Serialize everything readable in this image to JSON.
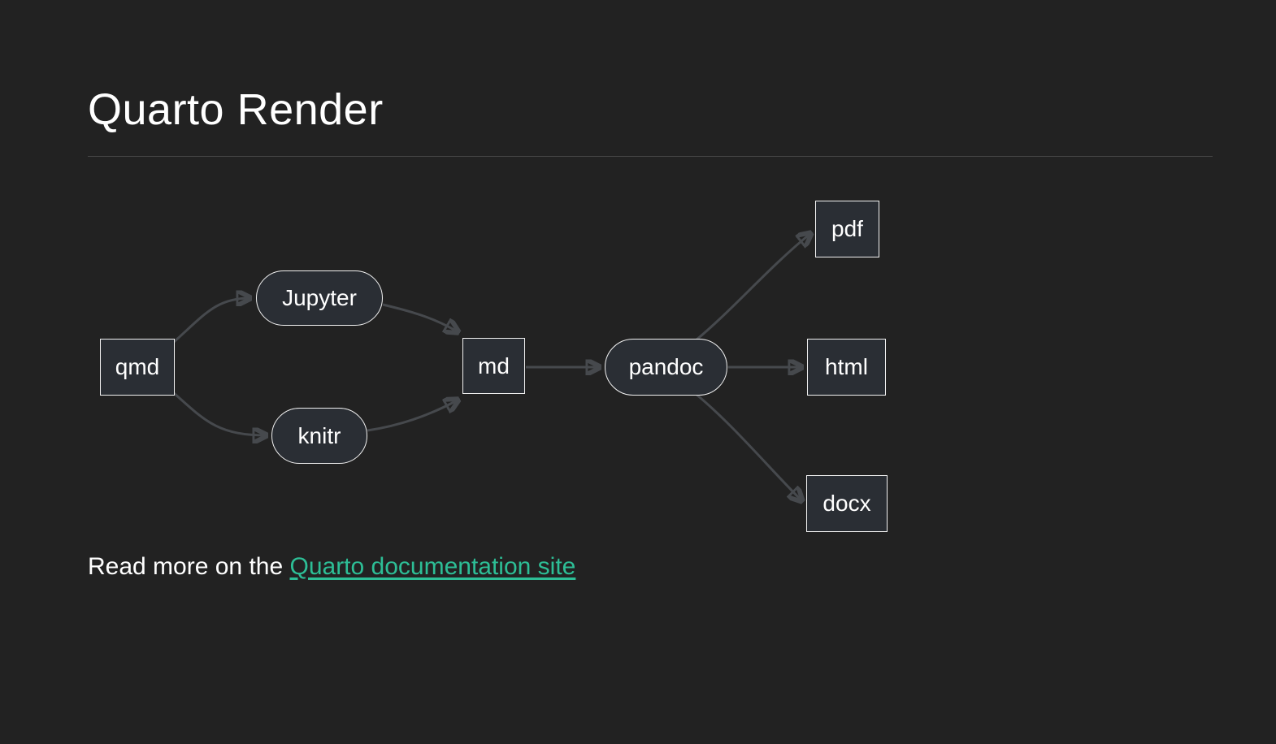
{
  "page": {
    "title": "Quarto Render"
  },
  "colors": {
    "background": "#222222",
    "node_fill": "#2a2e34",
    "node_border": "#f2f2f2",
    "node_text": "#ffffff",
    "edge": "#46494d",
    "title_text": "#ffffff",
    "rule": "#464646",
    "link": "#2dbe96"
  },
  "diagram": {
    "nodes": [
      {
        "id": "qmd",
        "label": "qmd",
        "shape": "rect"
      },
      {
        "id": "jupyter",
        "label": "Jupyter",
        "shape": "stadium"
      },
      {
        "id": "knitr",
        "label": "knitr",
        "shape": "stadium"
      },
      {
        "id": "md",
        "label": "md",
        "shape": "rect"
      },
      {
        "id": "pandoc",
        "label": "pandoc",
        "shape": "stadium"
      },
      {
        "id": "pdf",
        "label": "pdf",
        "shape": "rect"
      },
      {
        "id": "html",
        "label": "html",
        "shape": "rect"
      },
      {
        "id": "docx",
        "label": "docx",
        "shape": "rect"
      }
    ],
    "edges": [
      {
        "from": "qmd",
        "to": "jupyter"
      },
      {
        "from": "qmd",
        "to": "knitr"
      },
      {
        "from": "jupyter",
        "to": "md"
      },
      {
        "from": "knitr",
        "to": "md"
      },
      {
        "from": "md",
        "to": "pandoc"
      },
      {
        "from": "pandoc",
        "to": "pdf"
      },
      {
        "from": "pandoc",
        "to": "html"
      },
      {
        "from": "pandoc",
        "to": "docx"
      }
    ]
  },
  "footer": {
    "prefix": "Read more on the ",
    "link_label": "Quarto documentation site"
  }
}
